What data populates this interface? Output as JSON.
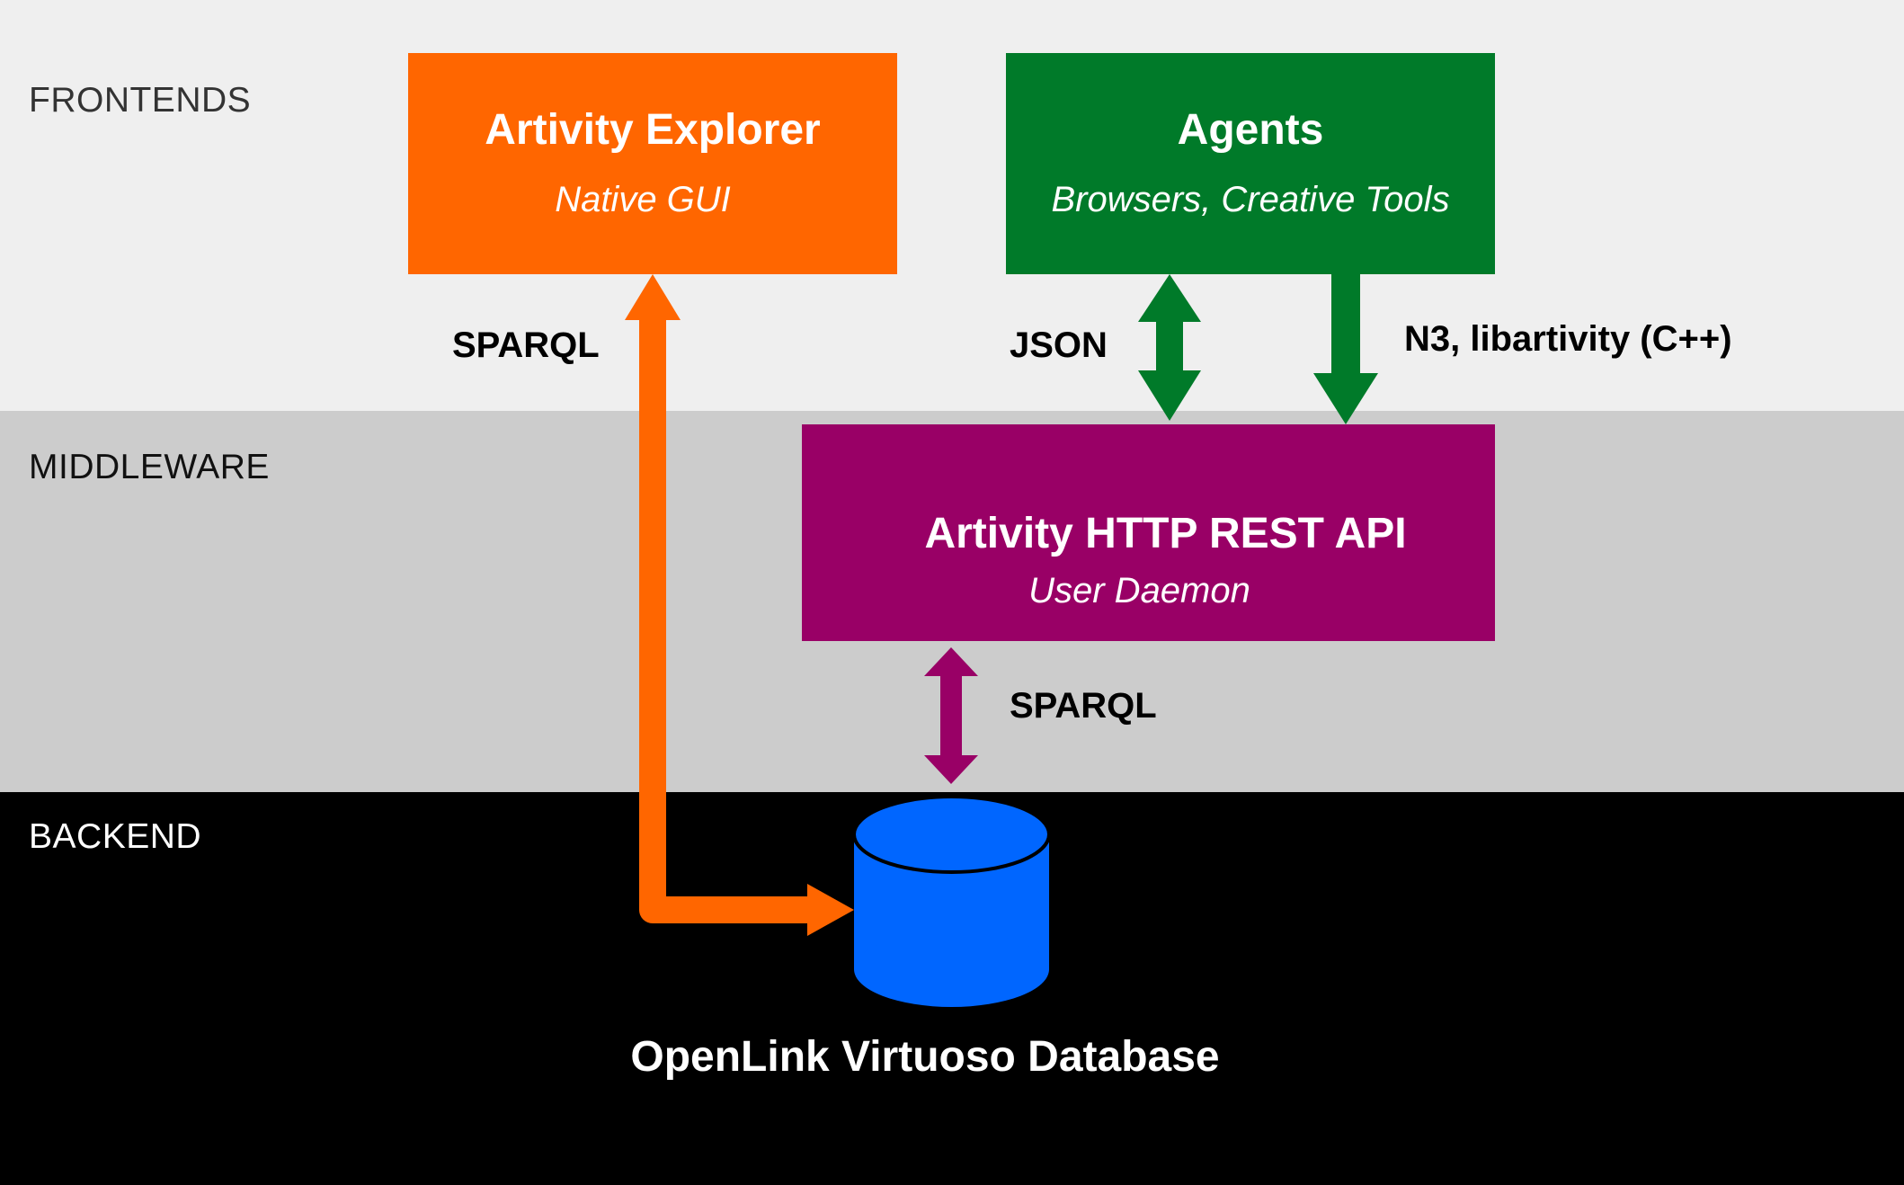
{
  "layers": {
    "frontends": "FRONTENDS",
    "middleware": "MIDDLEWARE",
    "backend": "BACKEND"
  },
  "boxes": {
    "explorer": {
      "title": "Artivity Explorer",
      "subtitle": "Native GUI",
      "color": "#ff6600"
    },
    "agents": {
      "title": "Agents",
      "subtitle": "Browsers, Creative Tools",
      "color": "#007a29"
    },
    "rest_api": {
      "title": "Artivity HTTP REST API",
      "subtitle": "User Daemon",
      "color": "#990066"
    }
  },
  "connections": {
    "explorer_database": "SPARQL",
    "agents_api_json": "JSON",
    "agents_api_n3": "N3, libartivity (C++)",
    "api_database": "SPARQL"
  },
  "database": {
    "label": "OpenLink Virtuoso Database",
    "color": "#0066ff",
    "icon": "database-cylinder-icon"
  }
}
